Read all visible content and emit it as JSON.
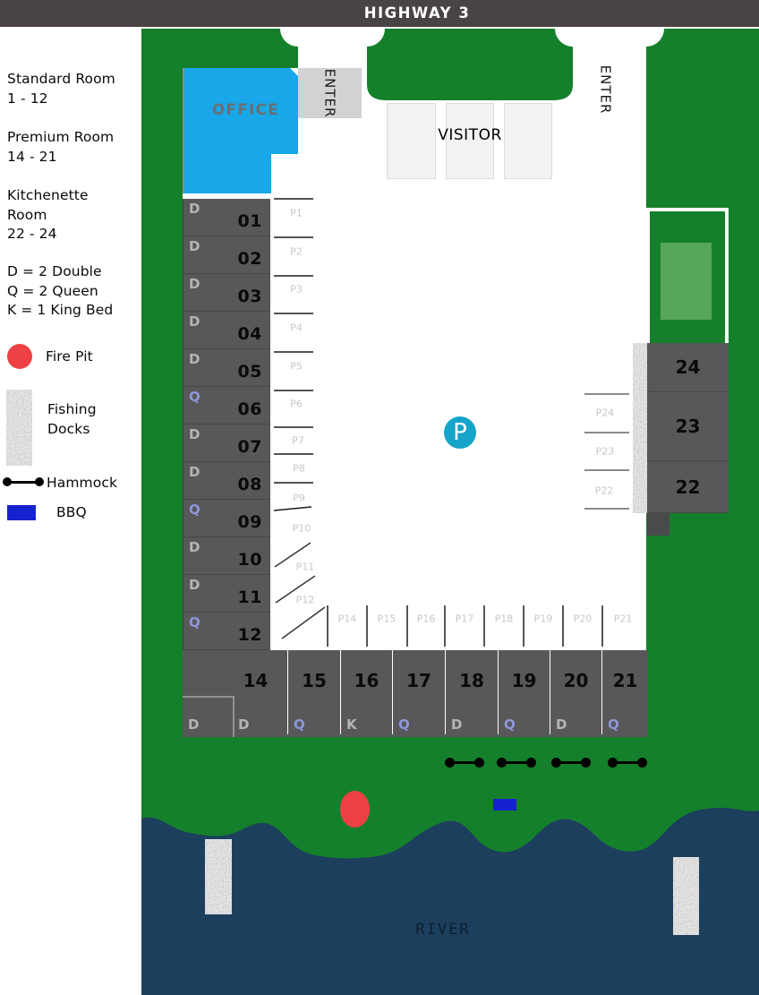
{
  "highway": {
    "label": "HIGHWAY 3"
  },
  "sidebar": {
    "room_types": [
      {
        "label": "Standard Room",
        "range": "1 - 12"
      },
      {
        "label": "Premium Room",
        "range": "14 - 21"
      },
      {
        "label": "Kitchenette Room",
        "range": "22 - 24"
      }
    ],
    "bed_codes": [
      "D = 2 Double",
      "Q = 2 Queen",
      "K = 1 King Bed"
    ],
    "legend": [
      {
        "icon": "fire-pit-icon",
        "label": "Fire Pit"
      },
      {
        "icon": "fishing-dock-icon",
        "label": "Fishing Docks"
      },
      {
        "icon": "hammock-icon",
        "label": "Hammock"
      },
      {
        "icon": "bbq-icon",
        "label": "BBQ"
      }
    ]
  },
  "map": {
    "office_label": "OFFICE",
    "enter_left": "ENTER",
    "enter_right": "ENTER",
    "visitor_label": "VISITOR",
    "parking_circle": "P",
    "river_label": "RIVER",
    "left_rooms": [
      {
        "number": "01",
        "bed": "D"
      },
      {
        "number": "02",
        "bed": "D"
      },
      {
        "number": "03",
        "bed": "D"
      },
      {
        "number": "04",
        "bed": "D"
      },
      {
        "number": "05",
        "bed": "D"
      },
      {
        "number": "06",
        "bed": "Q"
      },
      {
        "number": "07",
        "bed": "D"
      },
      {
        "number": "08",
        "bed": "D"
      },
      {
        "number": "09",
        "bed": "Q"
      },
      {
        "number": "10",
        "bed": "D"
      },
      {
        "number": "11",
        "bed": "D"
      },
      {
        "number": "12",
        "bed": "Q"
      }
    ],
    "left_parking": [
      "P1",
      "P2",
      "P3",
      "P4",
      "P5",
      "P6",
      "P7",
      "P8",
      "P9",
      "P10",
      "P11",
      "P12"
    ],
    "bottom_rooms": [
      {
        "number": "14",
        "beds": [
          "D",
          "D"
        ]
      },
      {
        "number": "15",
        "beds": [
          "Q"
        ]
      },
      {
        "number": "16",
        "beds": [
          "K"
        ]
      },
      {
        "number": "17",
        "beds": [
          "Q"
        ]
      },
      {
        "number": "18",
        "beds": [
          "D"
        ]
      },
      {
        "number": "19",
        "beds": [
          "Q"
        ]
      },
      {
        "number": "20",
        "beds": [
          "D"
        ]
      },
      {
        "number": "21",
        "beds": [
          "Q"
        ]
      }
    ],
    "bottom_parking": [
      "P14",
      "P15",
      "P16",
      "P17",
      "P18",
      "P19",
      "P20",
      "P21"
    ],
    "right_rooms": [
      {
        "number": "24"
      },
      {
        "number": "23"
      },
      {
        "number": "22"
      }
    ],
    "right_parking": [
      "P24",
      "P23",
      "P22"
    ]
  },
  "colors": {
    "green": "#15802b",
    "river": "#1d3f5e",
    "office_blue": "#18a7e8",
    "room_gray": "#58585a",
    "parking_blue": "#16a5c9",
    "fire_red": "#ee4145",
    "bbq_blue": "#1522cf",
    "queen_label": "#8e96da",
    "double_label": "#b5b5b6"
  }
}
